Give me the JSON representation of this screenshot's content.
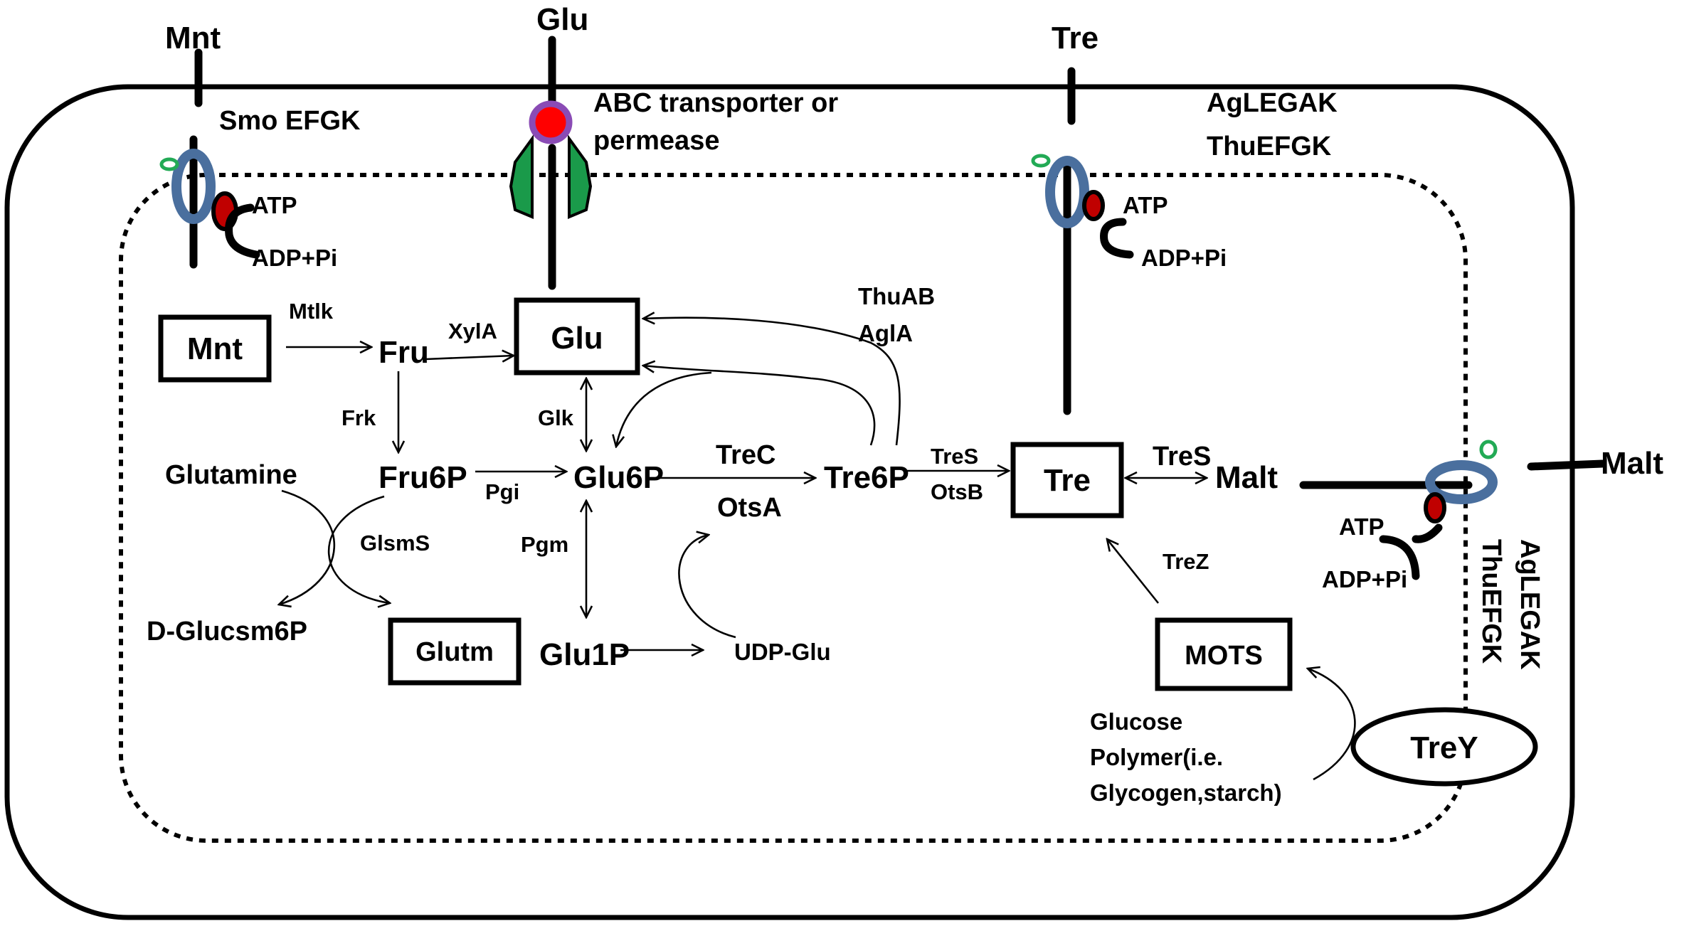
{
  "external": {
    "mnt": "Mnt",
    "glu": "Glu",
    "tre": "Tre",
    "malt": "Malt"
  },
  "transporters": {
    "smo": "Smo EFGK",
    "abc_line1": "ABC transporter or",
    "abc_line2": "permease",
    "agl_top_line1": "AgLEGAK",
    "agl_top_line2": "ThuEFGK",
    "agl_side_line1": "AgLEGAK",
    "agl_side_line2": "ThuEFGK"
  },
  "energy": {
    "atp": "ATP",
    "adp": "ADP+Pi"
  },
  "boxes": {
    "mnt": "Mnt",
    "glu": "Glu",
    "tre": "Tre",
    "glutm": "Glutm",
    "mots": "MOTS",
    "trey": "TreY"
  },
  "metabolites": {
    "fru": "Fru",
    "fru6p": "Fru6P",
    "glu6p": "Glu6P",
    "tre6p": "Tre6P",
    "glu1p": "Glu1P",
    "udp_glu": "UDP-Glu",
    "glutamine": "Glutamine",
    "d_glucsm6p": "D-Glucsm6P",
    "malt": "Malt",
    "glucose_line1": "Glucose",
    "glucose_line2": "Polymer(i.e.",
    "glucose_line3": "Glycogen,starch)"
  },
  "enzymes": {
    "mtlk": "Mtlk",
    "xyla": "XylA",
    "frk": "Frk",
    "pgi": "Pgi",
    "glk": "Glk",
    "pgm": "Pgm",
    "glsms": "GlsmS",
    "trec": "TreC",
    "otsa": "OtsA",
    "thuab": "ThuAB",
    "agla": "AglA",
    "tres_left": "TreS",
    "otsb": "OtsB",
    "tres_right": "TreS",
    "trez": "TreZ"
  },
  "colors": {
    "transporter_ring": "#4a6f9e",
    "atp_binding": "#c00000",
    "atp_binding_outline": "#000000",
    "substrate_binding": "#22aa55",
    "abc_channel": "#1a9a4a",
    "abc_port": "#ff0000",
    "abc_port_ring": "#8a4bb5"
  }
}
